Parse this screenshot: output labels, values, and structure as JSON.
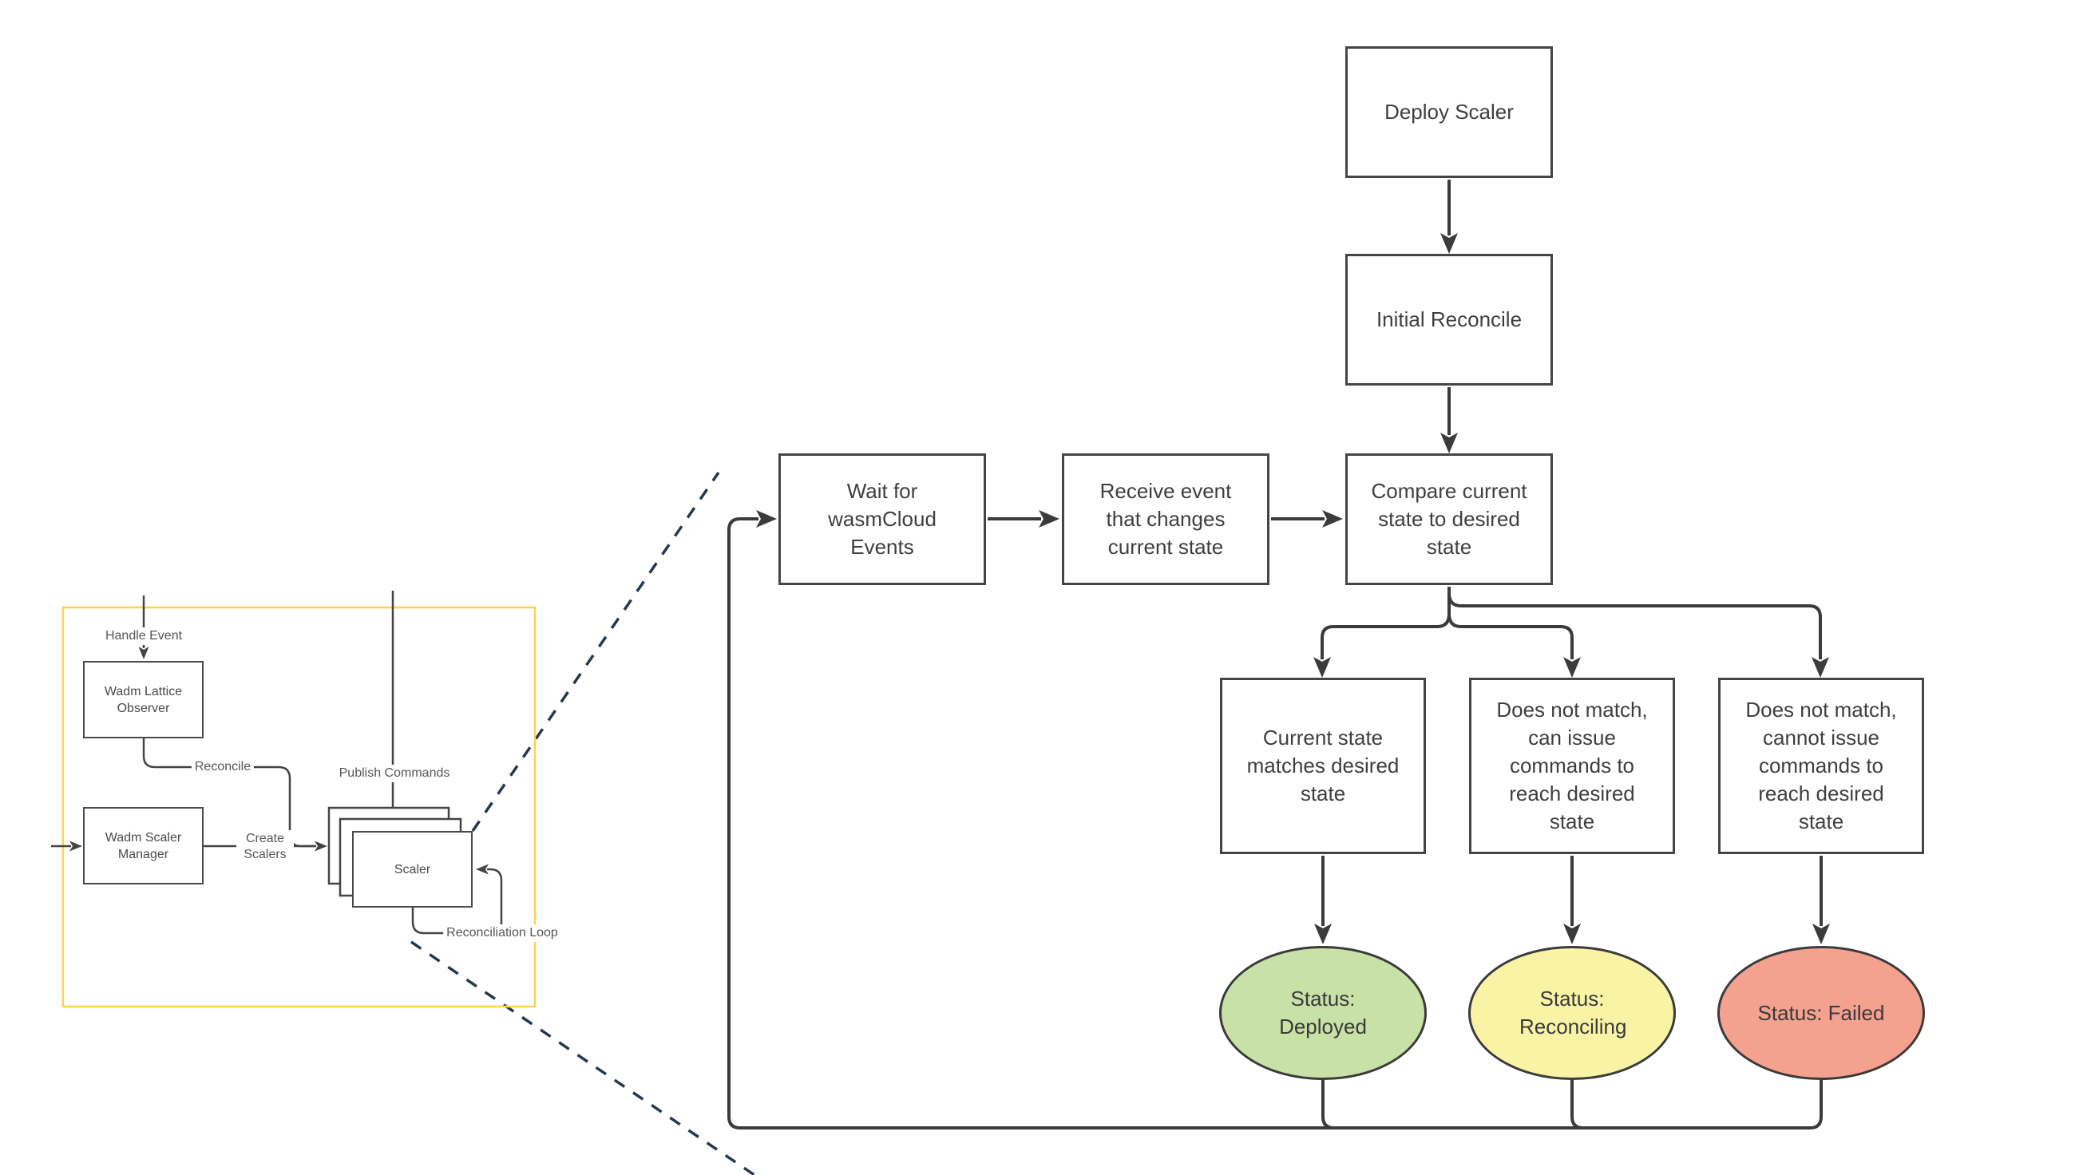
{
  "flow": {
    "deploy": "Deploy Scaler",
    "initial_reconcile": "Initial Reconcile",
    "compare": "Compare current state to desired state",
    "wait_events": "Wait for wasmCloud Events",
    "receive_event": "Receive event that changes current state",
    "state_matches": "Current state matches desired state",
    "can_issue": "Does not match, can issue commands to reach desired state",
    "cannot_issue": "Does not match, cannot issue commands to reach desired state",
    "status_deployed": "Status: Deployed",
    "status_reconciling": "Status: Reconciling",
    "status_failed": "Status: Failed"
  },
  "mini": {
    "handle_event": "Handle Event",
    "lattice_observer": "Wadm Lattice Observer",
    "reconcile": "Reconcile",
    "scaler_manager": "Wadm Scaler Manager",
    "create_scalers": "Create Scalers",
    "scaler": "Scaler",
    "publish_commands": "Publish Commands",
    "reconciliation_loop": "Reconciliation Loop"
  },
  "colors": {
    "line": "#3b3b3b",
    "mini_line": "#444444",
    "frame_border": "#ffd24c",
    "zoom_dash": "#26384e",
    "status_deployed_fill": "#c7e1a6",
    "status_reconciling_fill": "#f9f3a5",
    "status_failed_fill": "#f4a18f"
  }
}
